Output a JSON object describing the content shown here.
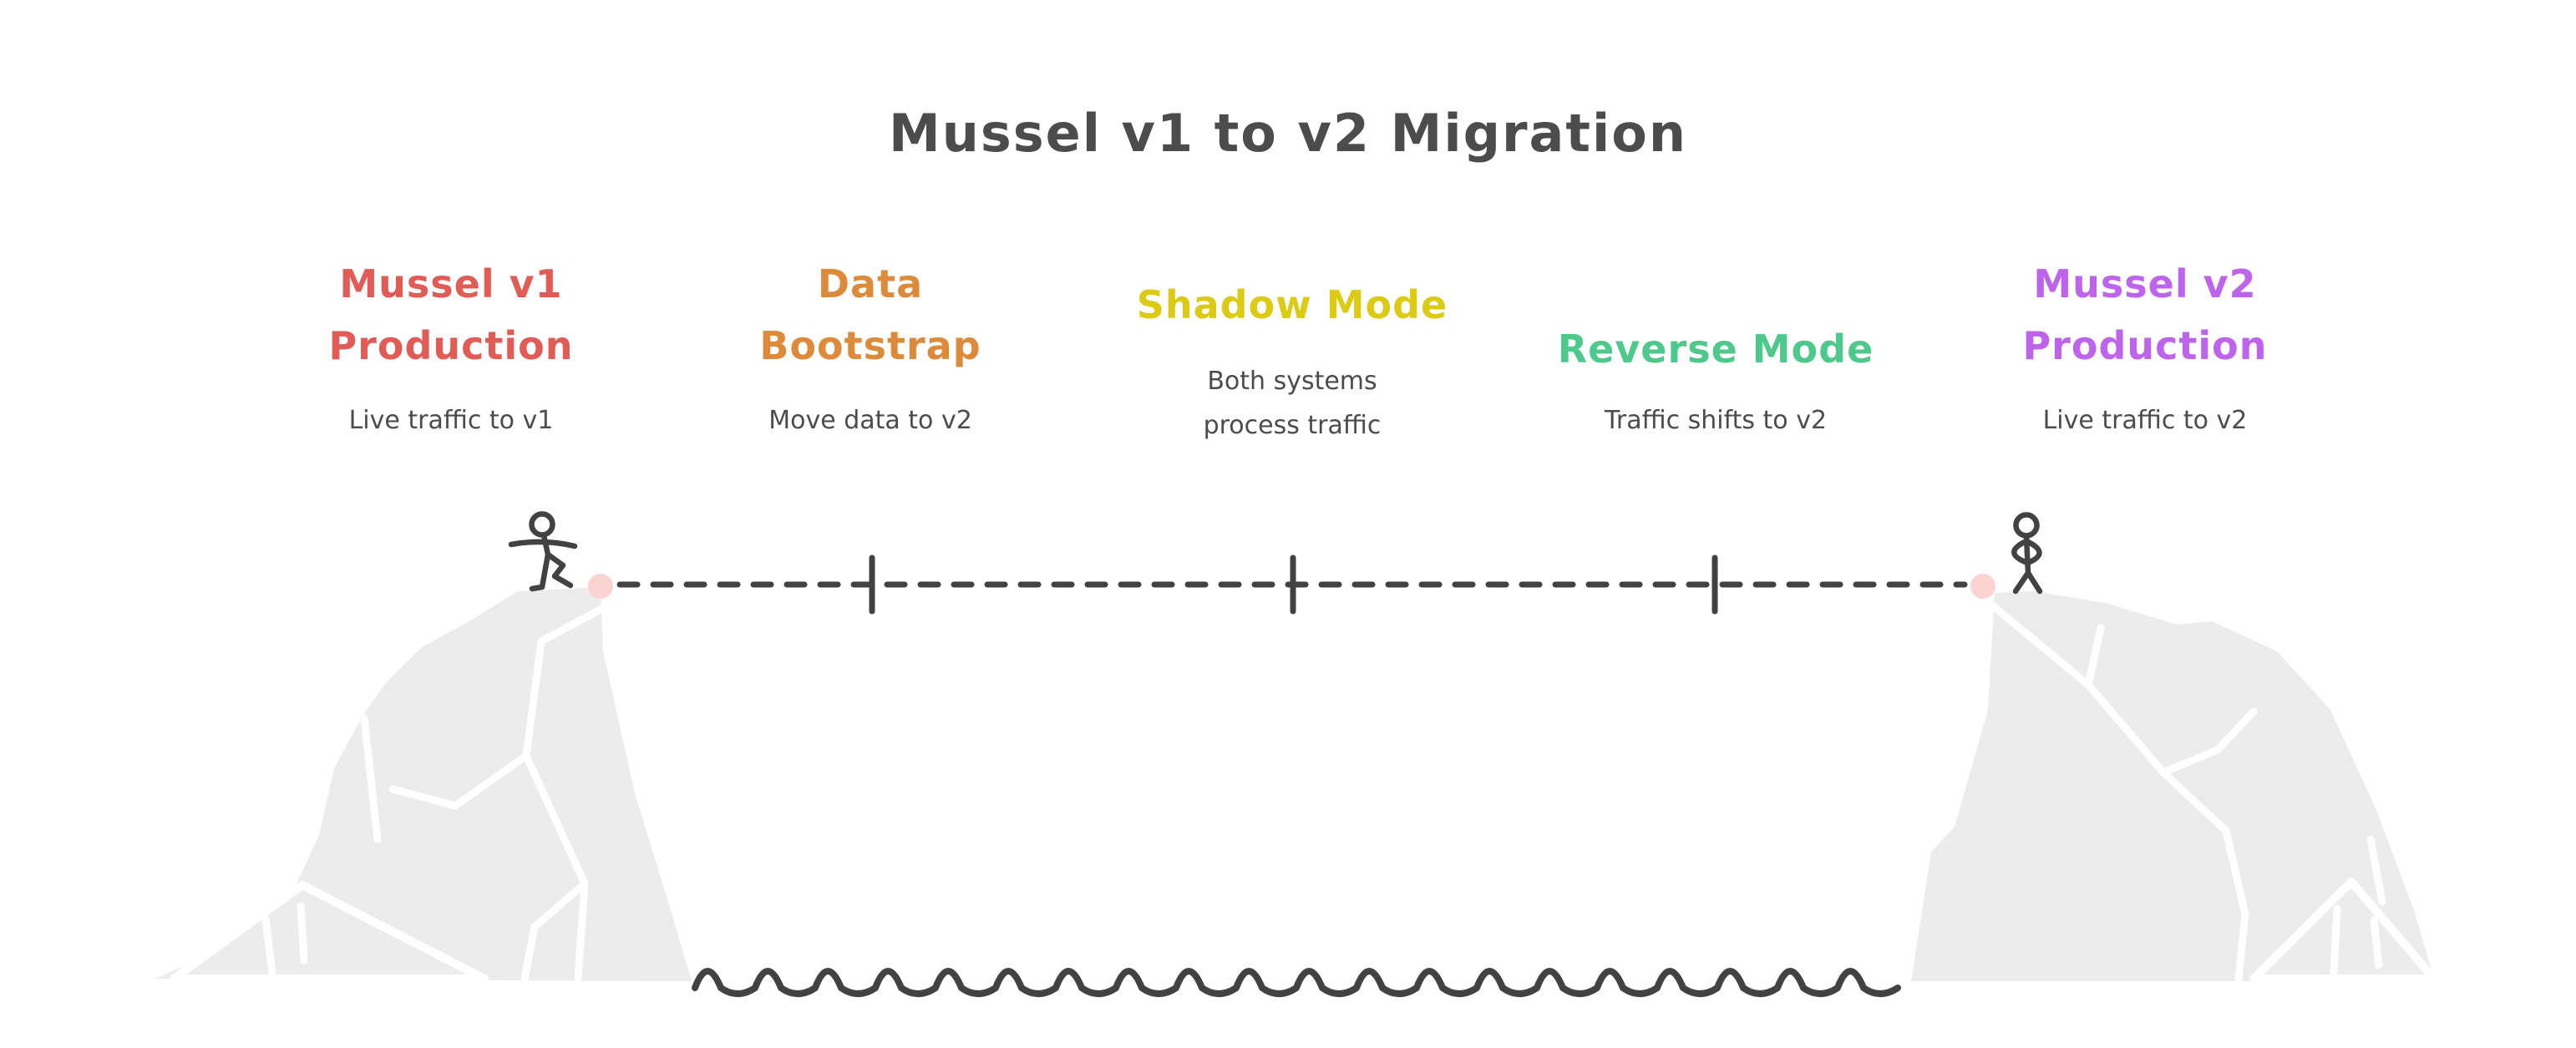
{
  "title": "Mussel v1 to v2 Migration",
  "stages": [
    {
      "label": "Mussel v1\nProduction",
      "sublabel": "Live traffic to v1",
      "color": "#e25b55"
    },
    {
      "label": "Data\nBootstrap",
      "sublabel": "Move data to v2",
      "color": "#dd8b3a"
    },
    {
      "label": "Shadow Mode",
      "sublabel": "Both systems\nprocess traffic",
      "color": "#ddca12"
    },
    {
      "label": "Reverse Mode",
      "sublabel": "Traffic shifts to v2",
      "color": "#4cc98b"
    },
    {
      "label": "Mussel v2\nProduction",
      "sublabel": "Live traffic to v2",
      "color": "#bd63ec"
    }
  ],
  "colors": {
    "background": "#ffffff",
    "text_dark": "#4c4c4c",
    "ink": "#424242",
    "cliff": "#ececec",
    "anchor_pink": "#fbd3d1"
  }
}
